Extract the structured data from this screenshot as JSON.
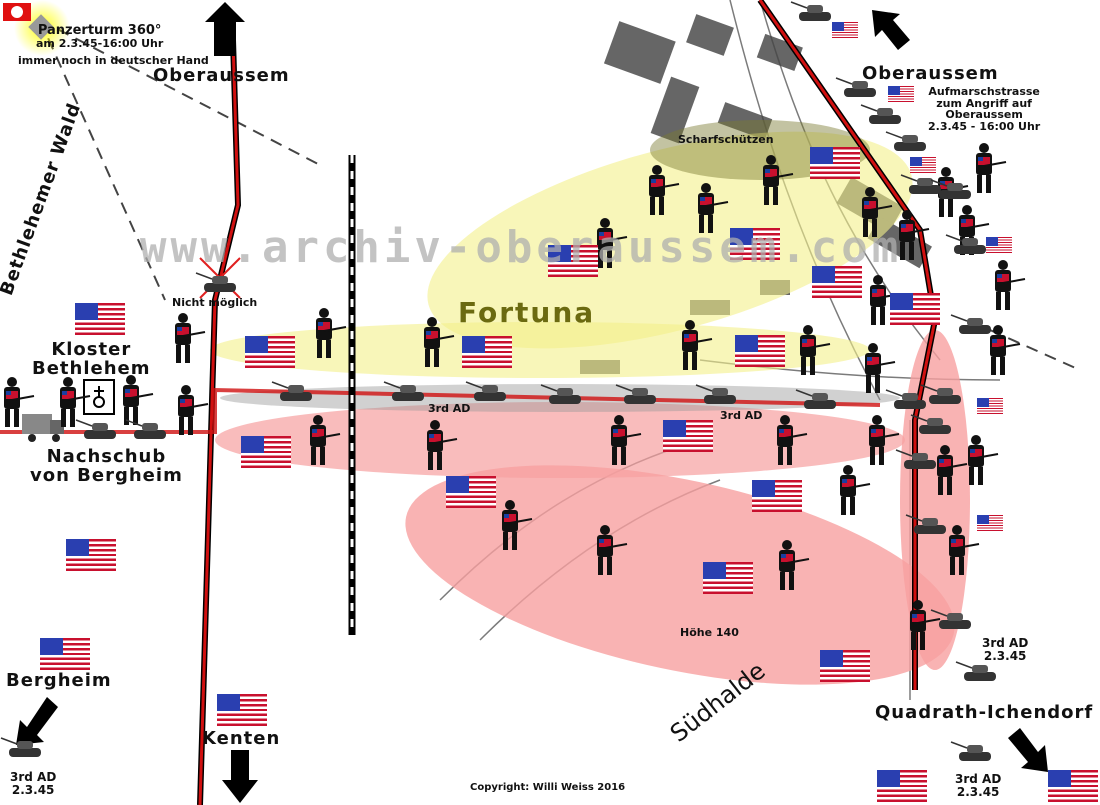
{
  "map": {
    "watermark": "www.archiv-oberaussem.com",
    "labels": {
      "panzerturm_title": "Panzerturm 360°",
      "panzerturm_date": "am 2.3.45-16:00 Uhr",
      "panzerturm_note": "immer noch in deutscher Hand",
      "oberaussem_nw": "Oberaussem",
      "oberaussem_ne": "Oberaussem",
      "aufmarsch": [
        "Aufmarschstrasse",
        "zum Angriff auf",
        "Oberaussem",
        "2.3.45 - 16:00 Uhr"
      ],
      "bethlehemer_wald": "Bethlehemer Wald",
      "nicht_moeglich": "Nicht möglich",
      "kloster": [
        "Kloster",
        "Bethlehem"
      ],
      "nachschub": [
        "Nachschub",
        "von Bergheim"
      ],
      "scharfschuetzen": "Scharfschützen",
      "fortuna": "Fortuna",
      "third_ad_road_1": "3rd AD",
      "third_ad_road_2": "3rd AD",
      "hoehe": "Höhe 140",
      "suedhalde": "Südhalde",
      "bergheim": "Bergheim",
      "bergheim_unit": [
        "3rd AD",
        "2.3.45"
      ],
      "kenten": "Kenten",
      "se_unit": [
        "3rd AD",
        "2.3.45"
      ],
      "quadrath": "Quadrath-Ichendorf",
      "bottom_unit": [
        "3rd AD",
        "2.3.45"
      ],
      "copyright": "Copyright: Willi Weiss 2016"
    },
    "colors": {
      "us_zone": "#f7a0a0",
      "fortuna_zone": "#f3f08a",
      "road": "#d01010",
      "german_flag": "#e01010"
    },
    "icons": [
      "german-flag-icon",
      "us-flag-icon",
      "soldier-icon",
      "tank-icon",
      "arrow-icon",
      "tower-icon",
      "church-icon",
      "truck-icon"
    ]
  }
}
